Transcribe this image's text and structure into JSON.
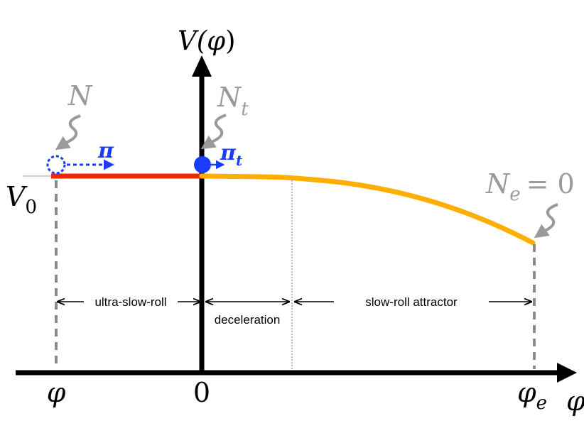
{
  "diagram": {
    "axis_labels": {
      "y_axis_main": "V(",
      "y_axis_var": "φ",
      "y_axis_close": ")",
      "x_axis": "φ"
    },
    "potential_level": {
      "main": "V",
      "sub": "0"
    },
    "efold_labels": {
      "N": "N",
      "Nt_main": "N",
      "Nt_sub": "t",
      "Ne_main": "N",
      "Ne_sub": "e",
      "Ne_rest": "= 0"
    },
    "momentum_labels": {
      "pi": "π",
      "pit_main": "π",
      "pit_sub": "t"
    },
    "ticks": {
      "phi": "φ",
      "zero": "0",
      "phie_main": "φ",
      "phie_sub": "e"
    },
    "regions": {
      "ultra_slow_roll": "ultra-slow-roll",
      "deceleration": "deceleration",
      "slow_roll_attractor": "slow-roll attractor"
    },
    "colors": {
      "plateau": "#ee2a00",
      "slope": "#ffae00",
      "marker": "#1a3cff",
      "annotation": "#9a9a9a",
      "axis": "#000000"
    }
  }
}
